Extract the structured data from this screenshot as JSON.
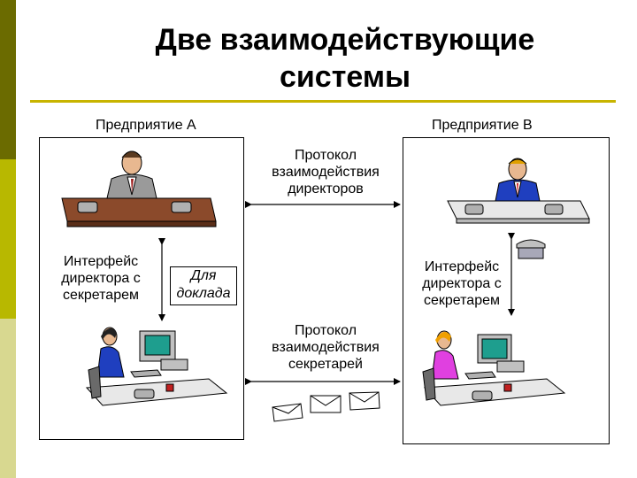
{
  "title_line1": "Две взаимодействующие",
  "title_line2": "системы",
  "enterprise_a": "Предприятие А",
  "enterprise_b": "Предприятие В",
  "directors_protocol": [
    "Протокол",
    "взаимодействия",
    "директоров"
  ],
  "secretaries_protocol": [
    "Протокол",
    "взаимодействия",
    "секретарей"
  ],
  "interface_a": [
    "Интерфейс",
    "директора с",
    "секретарем"
  ],
  "interface_b": [
    "Интерфейс",
    "директора с",
    "секретарем"
  ],
  "for_report": [
    "Для",
    "доклада"
  ],
  "colors": {
    "sidebar_top": "#6b6b00",
    "sidebar_mid": "#b8b800",
    "sidebar_light": "#d8d890",
    "rule": "#c8b400",
    "desk_a": "#8b4a2b",
    "suit_grey": "#9a9a9a",
    "suit_blue": "#1f3fbf",
    "secretary_pink": "#e040e0"
  }
}
